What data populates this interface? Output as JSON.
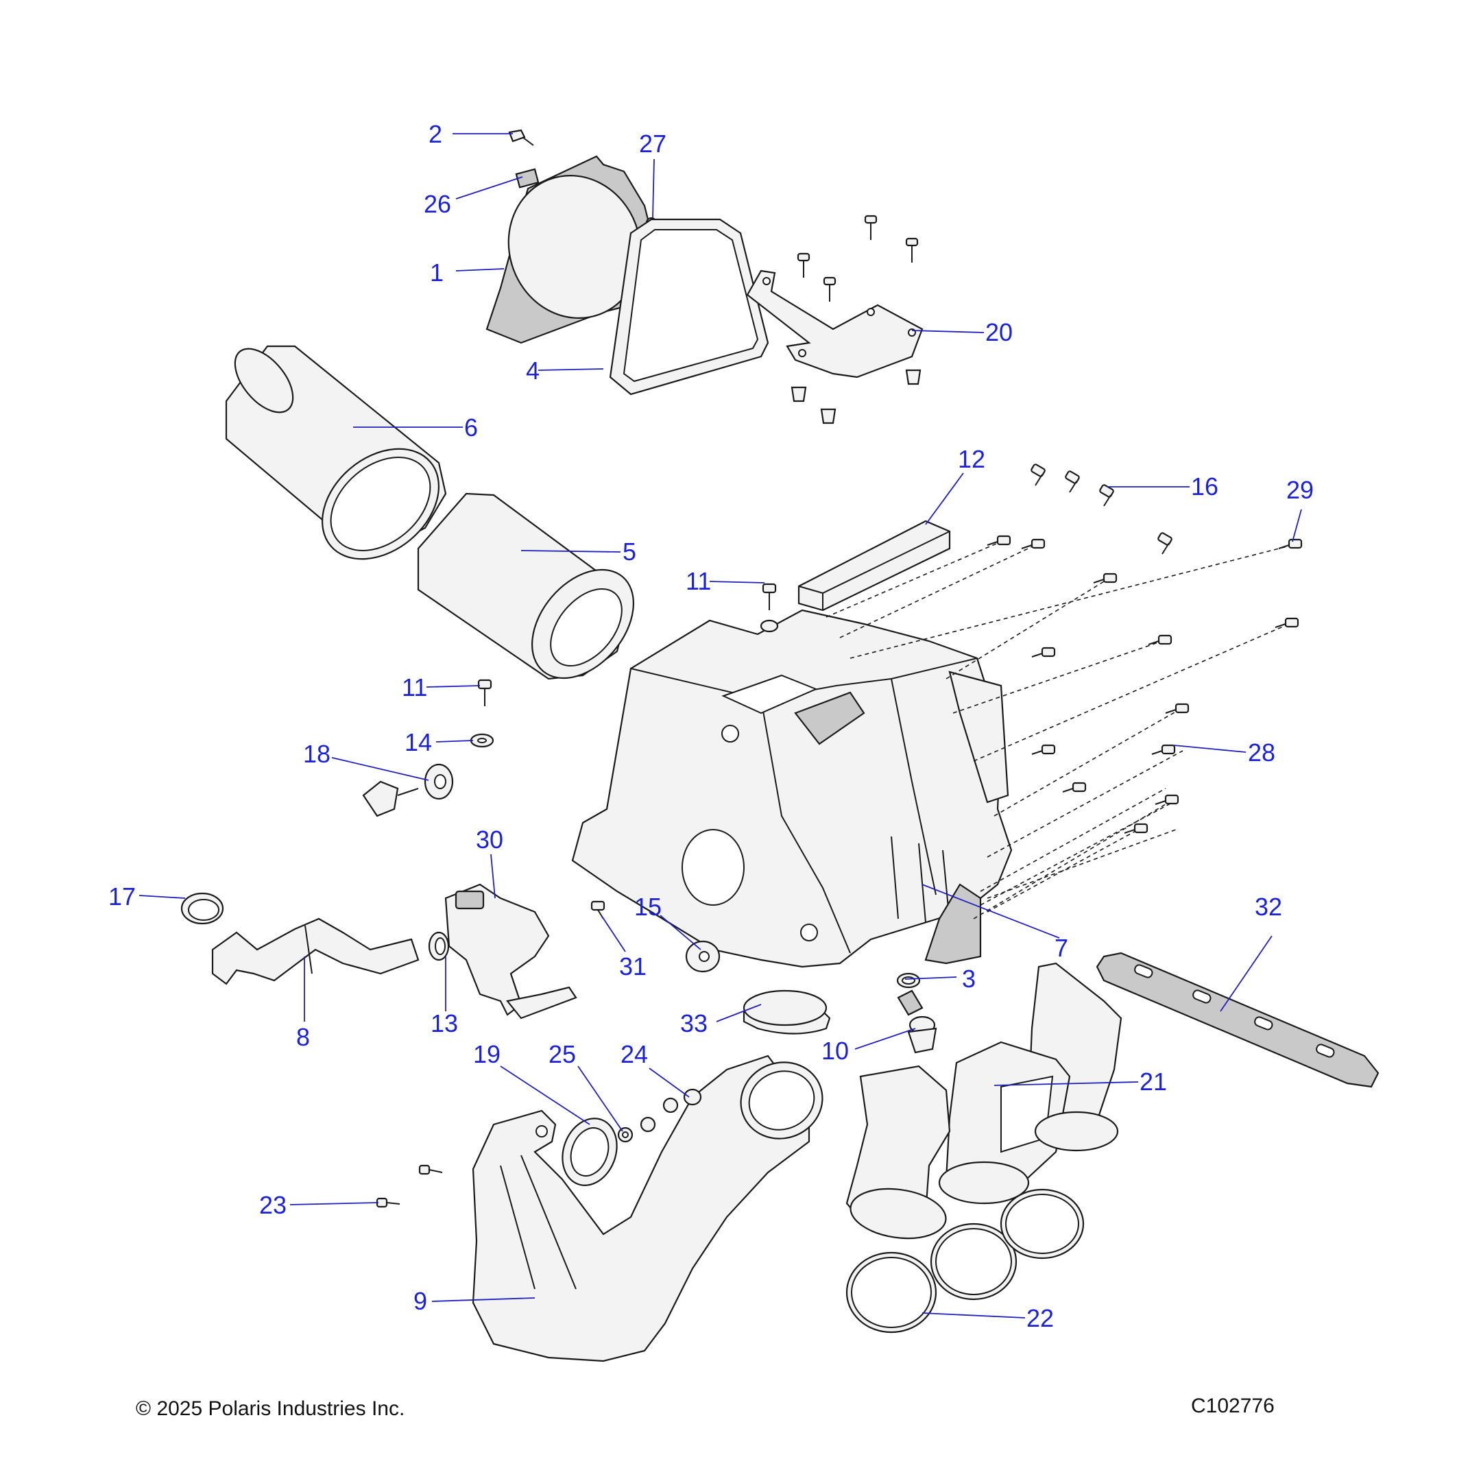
{
  "footer": {
    "copyright": "© 2025 Polaris Industries Inc.",
    "drawing_id": "C102776"
  },
  "callouts": [
    {
      "id": "c1",
      "label": "1"
    },
    {
      "id": "c2",
      "label": "2"
    },
    {
      "id": "c3",
      "label": "3"
    },
    {
      "id": "c4",
      "label": "4"
    },
    {
      "id": "c5",
      "label": "5"
    },
    {
      "id": "c6",
      "label": "6"
    },
    {
      "id": "c7",
      "label": "7"
    },
    {
      "id": "c8",
      "label": "8"
    },
    {
      "id": "c9",
      "label": "9"
    },
    {
      "id": "c10",
      "label": "10"
    },
    {
      "id": "c11a",
      "label": "11"
    },
    {
      "id": "c11b",
      "label": "11"
    },
    {
      "id": "c12",
      "label": "12"
    },
    {
      "id": "c13",
      "label": "13"
    },
    {
      "id": "c14",
      "label": "14"
    },
    {
      "id": "c15",
      "label": "15"
    },
    {
      "id": "c16",
      "label": "16"
    },
    {
      "id": "c17",
      "label": "17"
    },
    {
      "id": "c18",
      "label": "18"
    },
    {
      "id": "c19",
      "label": "19"
    },
    {
      "id": "c20",
      "label": "20"
    },
    {
      "id": "c21",
      "label": "21"
    },
    {
      "id": "c22",
      "label": "22"
    },
    {
      "id": "c23",
      "label": "23"
    },
    {
      "id": "c24",
      "label": "24"
    },
    {
      "id": "c25",
      "label": "25"
    },
    {
      "id": "c26",
      "label": "26"
    },
    {
      "id": "c27",
      "label": "27"
    },
    {
      "id": "c28",
      "label": "28"
    },
    {
      "id": "c29",
      "label": "29"
    },
    {
      "id": "c30",
      "label": "30"
    },
    {
      "id": "c31",
      "label": "31"
    },
    {
      "id": "c32",
      "label": "32"
    },
    {
      "id": "c33",
      "label": "33"
    }
  ],
  "colors": {
    "callout": "#1b22d6",
    "part_fill": "#f3f3f3",
    "outline": "#1a1a1a"
  }
}
